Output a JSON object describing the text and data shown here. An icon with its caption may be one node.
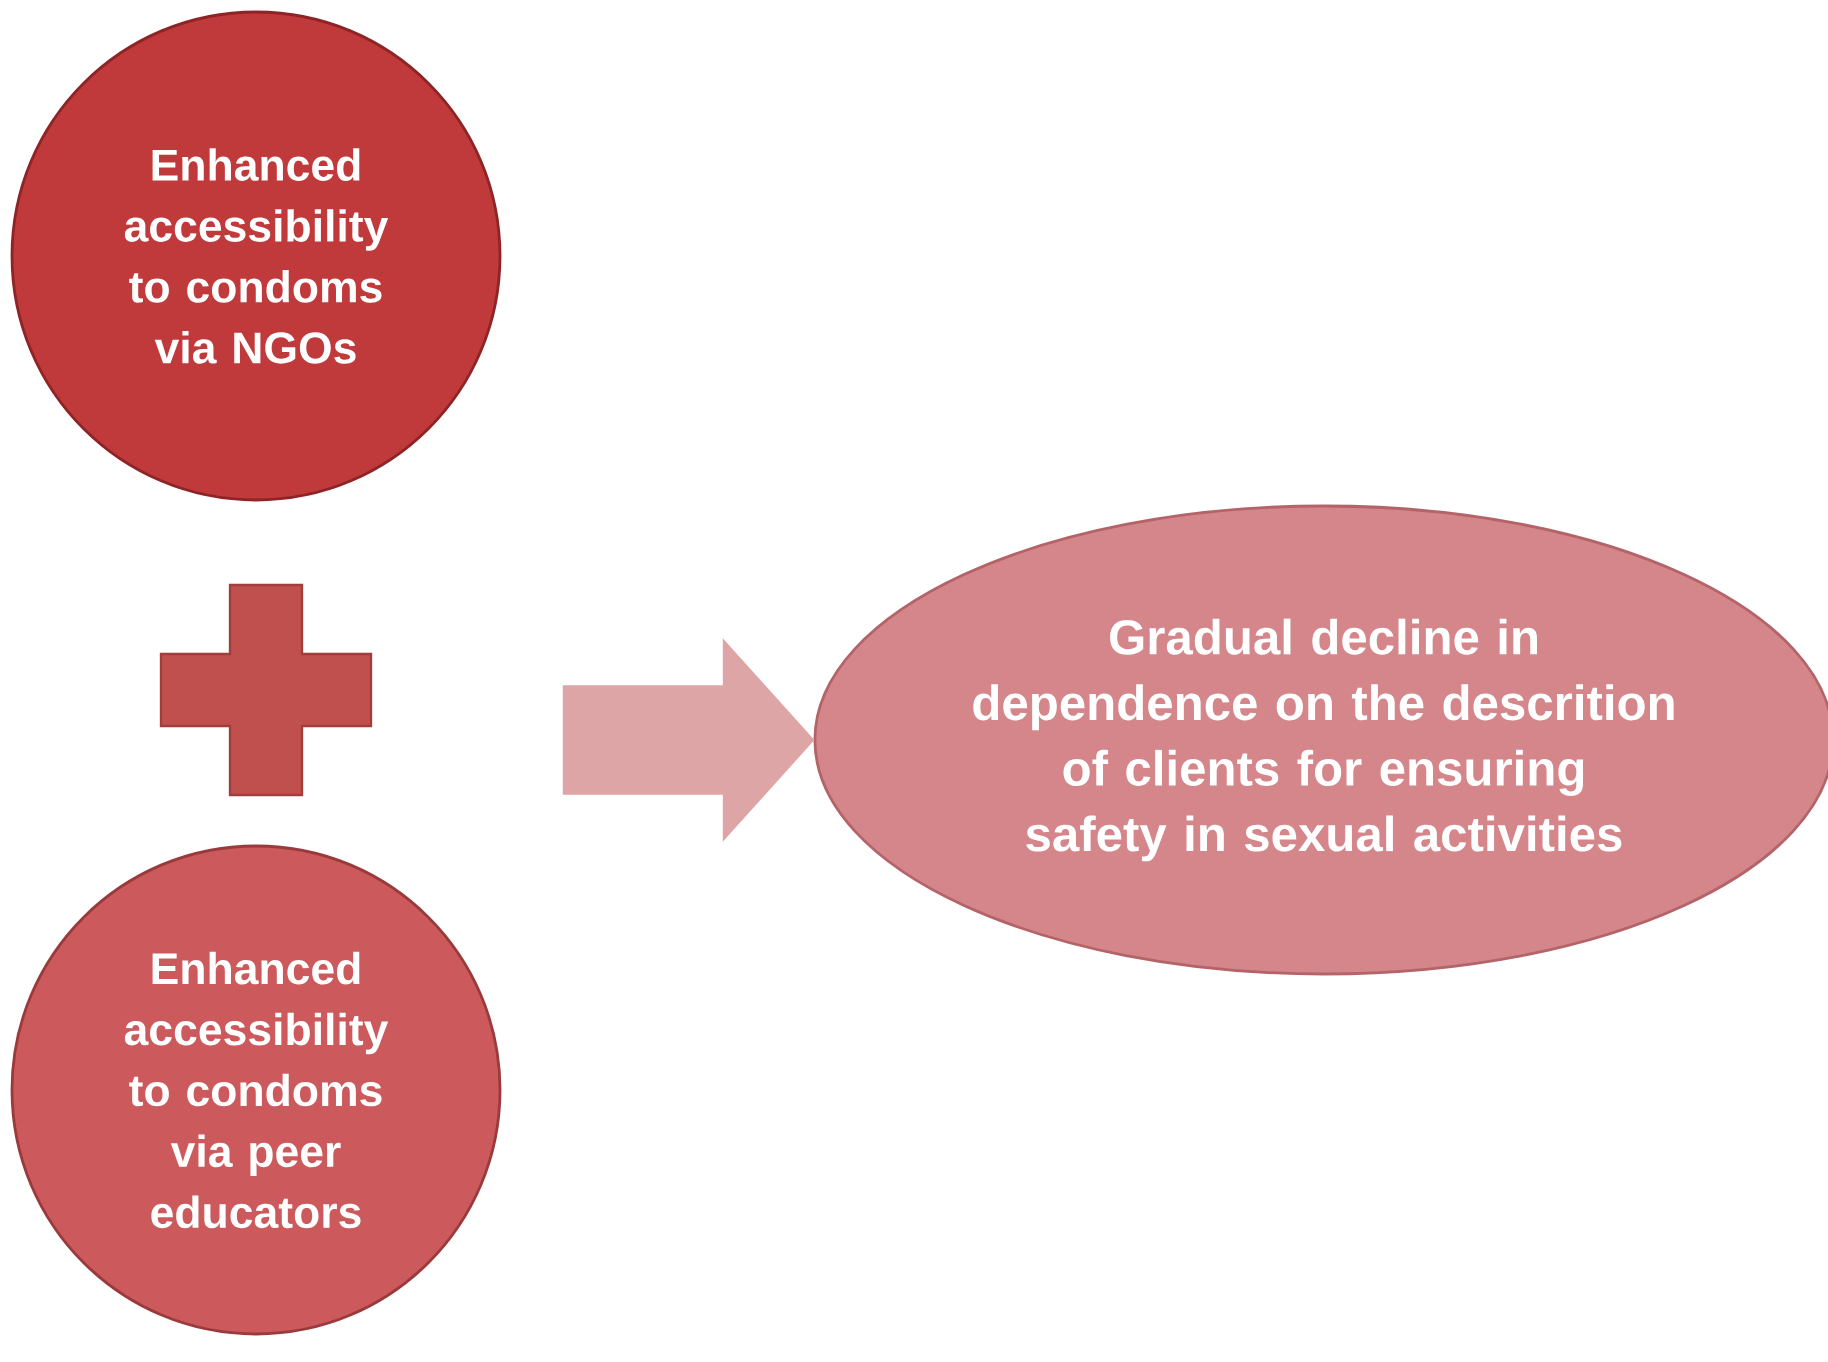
{
  "diagram": {
    "nodes": [
      {
        "text": [
          "Enhanced accessibility to condoms via NGOs"
        ]
      },
      {
        "text": [
          "Enhanced accessibility to condoms via  peer educators"
        ]
      },
      {
        "text": [],
        "shape": "cross"
      },
      {
        "text": [
          "Gradual decline in dependence on the descrition of clients for ensuring safety in sexual activities"
        ]
      }
    ],
    "edges": [
      {
        "from": null,
        "to": 3,
        "arrow": "to"
      }
    ]
  }
}
